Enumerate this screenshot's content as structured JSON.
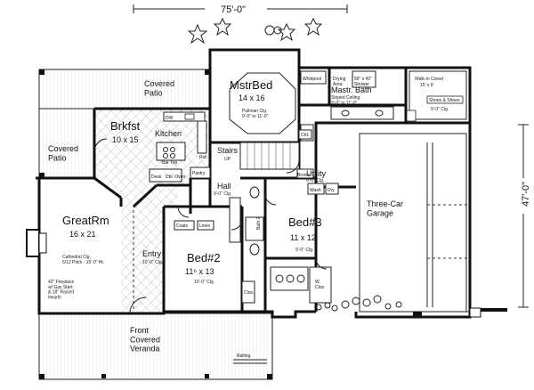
{
  "dimensions": {
    "width": "75'-0\"",
    "depth": "47'-0\""
  },
  "rooms": {
    "covered_patio_top": {
      "name": "Covered\nPatio"
    },
    "covered_patio_left": {
      "name": "Covered\nPatio"
    },
    "brkfst": {
      "name": "Brkfst",
      "size": "10 x 15"
    },
    "kitchen": {
      "name": "Kitchen"
    },
    "master_bed": {
      "name": "MstrBed",
      "size": "14 x 16",
      "ceiling": "Pullman Clg.\n9'-0\" to 11'-0\""
    },
    "master_bath": {
      "name": "Mastr. Bath",
      "ceiling": "Sloped Ceiling\n9'-0\" to 11'-0\""
    },
    "walk_in_closet": {
      "name": "Walk-in Closet",
      "size": "15' x 9'",
      "ceiling": "9'-0\" Clg."
    },
    "great_room": {
      "name": "GreatRm",
      "size": "16 x 21",
      "ceiling": "Cathedral Clg.\n6/12 Pitch - 15'-0\" Ht.",
      "fireplace": "42\" Fireplace\nw/ Gas Start\n& 18\" Raised\nHearth"
    },
    "entry": {
      "name": "Entry",
      "ceiling": "10'-0\" Clg."
    },
    "bed2": {
      "name": "Bed#2",
      "size": "11⁶ x 13",
      "ceiling": "10'-0\" Clg."
    },
    "bed3": {
      "name": "Bed#3",
      "size": "11 x 12",
      "ceiling": "9'-0\" Clg."
    },
    "bath2": {
      "name": "Bath 2"
    },
    "utility": {
      "name": "Utility",
      "ceiling": "9'-0\" Clg."
    },
    "garage": {
      "name": "Three-Car\nGarage"
    },
    "veranda": {
      "name": "Front\nCovered\nVeranda"
    },
    "hall": {
      "name": "Hall",
      "ceiling": "9'-0\" Clg."
    }
  },
  "fixtures": {
    "dw": "DW",
    "bar_top": "Bar Top",
    "ref": "Ref.",
    "desk": "Desk",
    "dbl_oven": "Dbl. Oven",
    "pantry": "Pantry",
    "stairs": "Stairs",
    "stairs_up": "UP",
    "whirlpool": "Whirlpool",
    "drying_area": "Drying\nArea",
    "shower": "56\" x 42\"\nShower",
    "shoe_closet": "Shoes & Shoes",
    "ch1": "Ch1",
    "broom": "Broom",
    "wash": "Wash",
    "dry": "Dry",
    "coats": "Coats",
    "linen": "Linen",
    "closet_bed2": "Clos.",
    "closet_w": "W.\nClos.",
    "railing": "Railing"
  }
}
